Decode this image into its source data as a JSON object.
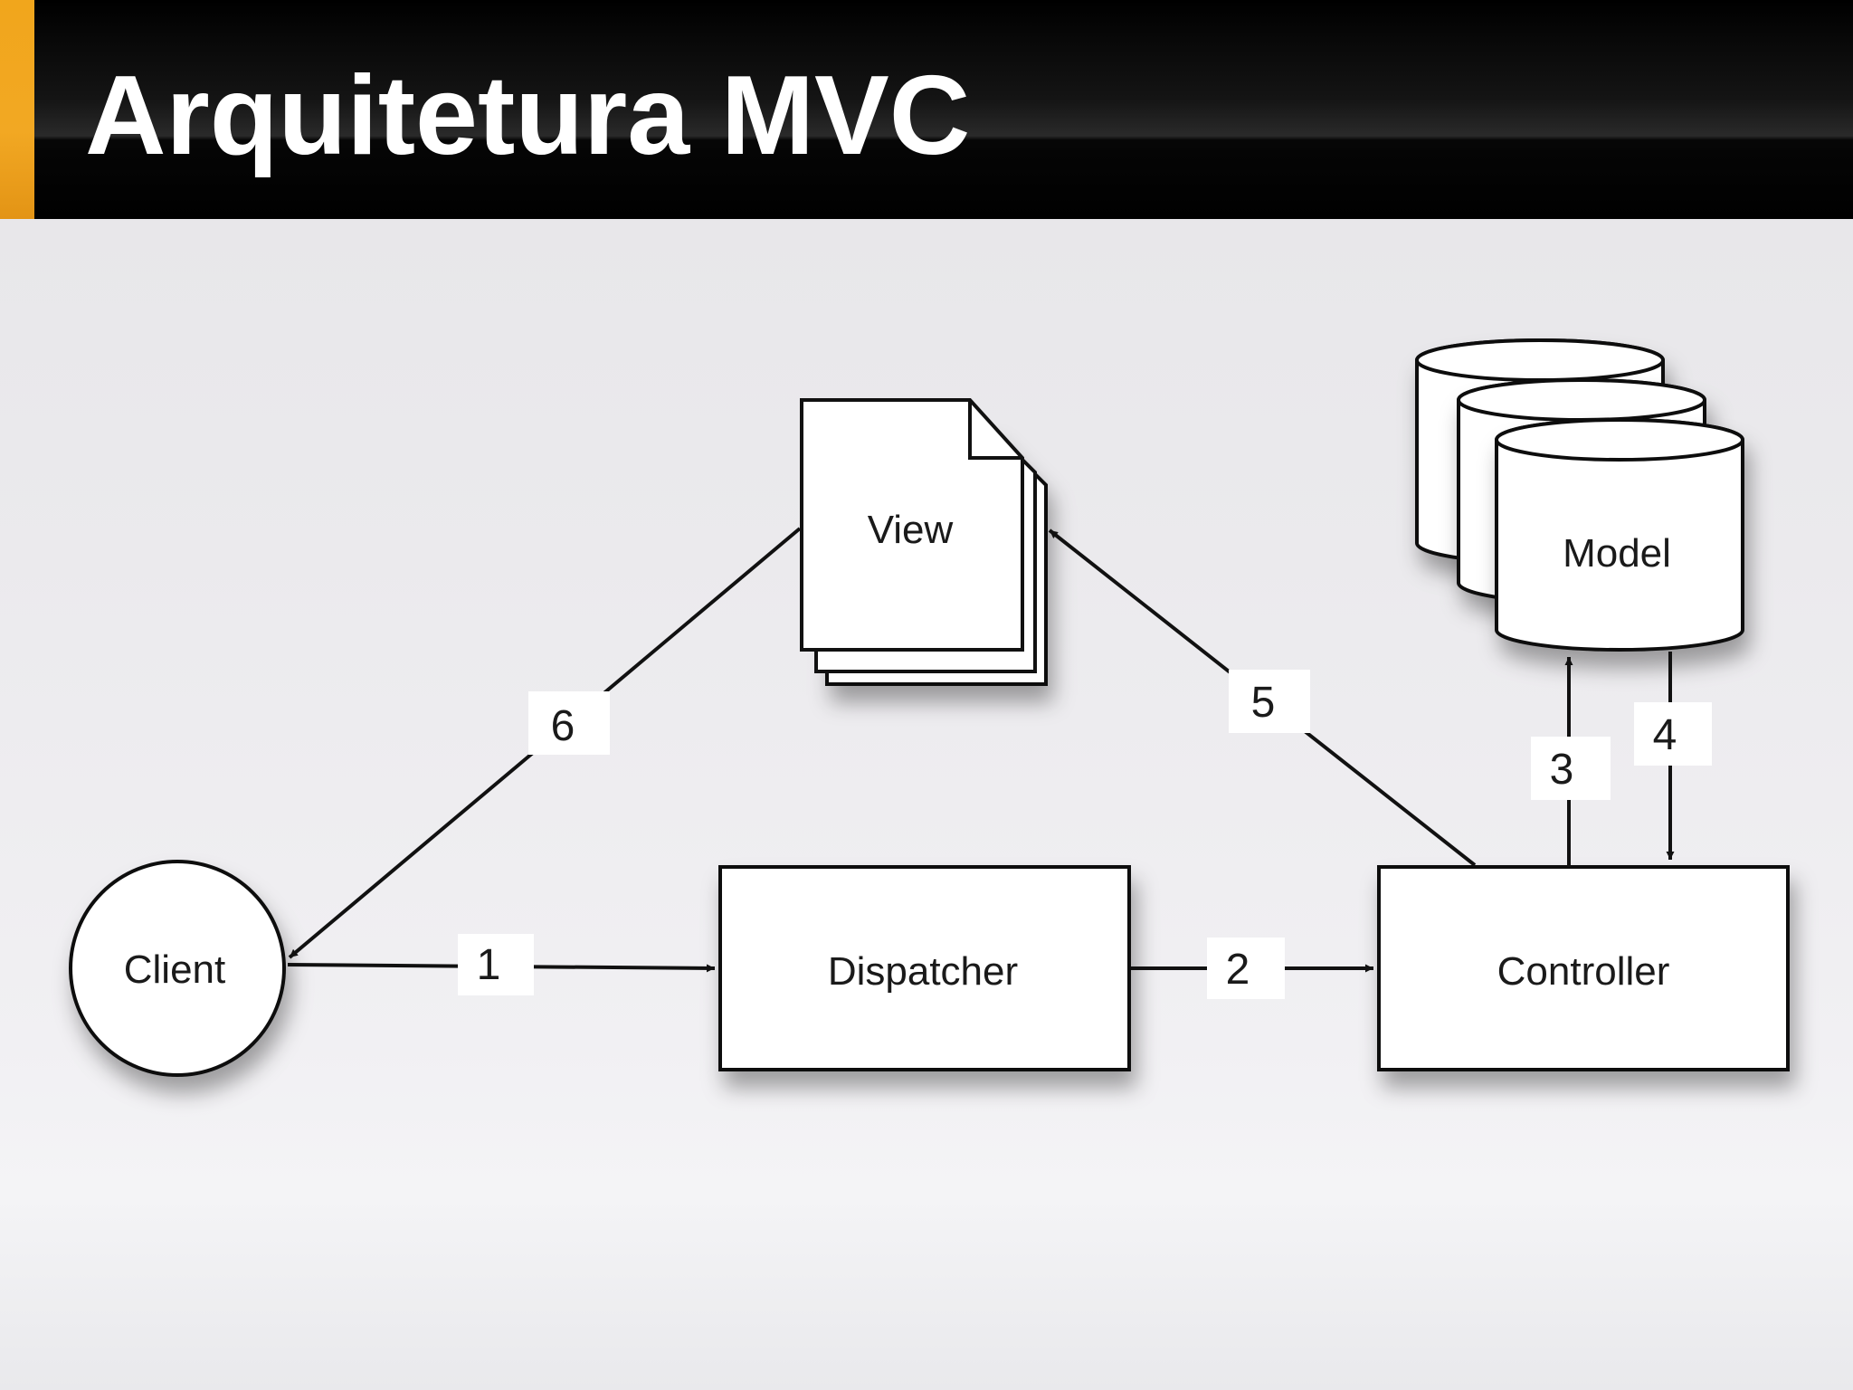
{
  "title": "Arquitetura MVC",
  "colors": {
    "accent": "#f1a61c",
    "title_bar": "#000000",
    "title_text": "#ffffff",
    "stroke": "#111111"
  },
  "diagram": {
    "nodes": {
      "client": "Client",
      "dispatcher": "Dispatcher",
      "controller": "Controller",
      "view": "View",
      "model": "Model"
    },
    "steps": {
      "s1": "1",
      "s2": "2",
      "s3": "3",
      "s4": "4",
      "s5": "5",
      "s6": "6"
    },
    "edges": [
      {
        "from": "Client",
        "to": "Dispatcher",
        "label": "1"
      },
      {
        "from": "Dispatcher",
        "to": "Controller",
        "label": "2"
      },
      {
        "from": "Controller",
        "to": "Model",
        "label": "3"
      },
      {
        "from": "Model",
        "to": "Controller",
        "label": "4"
      },
      {
        "from": "Controller",
        "to": "View",
        "label": "5"
      },
      {
        "from": "View",
        "to": "Client",
        "label": "6"
      }
    ]
  }
}
